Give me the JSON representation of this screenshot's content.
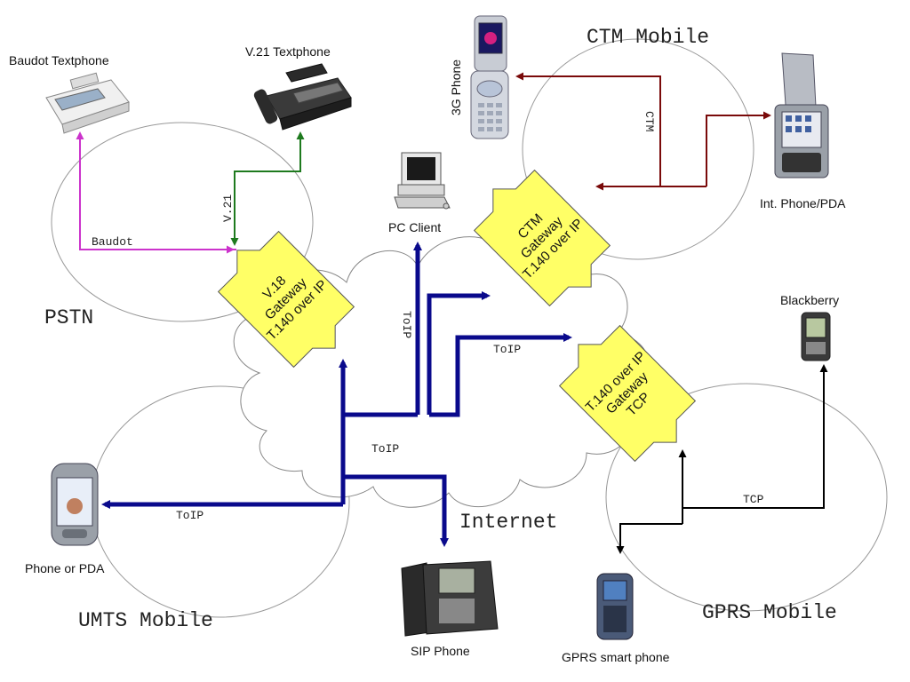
{
  "regions": {
    "pstn": "PSTN",
    "ctm_mobile": "CTM Mobile",
    "umts_mobile": "UMTS Mobile",
    "gprs_mobile": "GPRS Mobile",
    "internet": "Internet"
  },
  "devices": {
    "baudot": "Baudot Textphone",
    "v21": "V.21 Textphone",
    "phone_3g": "3G Phone",
    "pda": "Int. Phone/PDA",
    "pc": "PC Client",
    "blackberry": "Blackberry",
    "phone_pda": "Phone or PDA",
    "sip": "SIP Phone",
    "gprs": "GPRS smart phone"
  },
  "gateways": {
    "v18": [
      "V.18",
      "Gateway",
      "T.140 over IP"
    ],
    "ctm": [
      "CTM",
      "Gateway",
      "T.140 over IP"
    ],
    "tcp": [
      "T.140 over IP",
      "Gateway",
      "TCP"
    ]
  },
  "links": {
    "baudot": "Baudot",
    "v21": "V.21",
    "ctm": "CTM",
    "toip_pc": "ToIP",
    "toip_right": "ToIP",
    "toip_center": "ToIP",
    "toip_umts": "ToIP",
    "tcp": "TCP"
  },
  "colors": {
    "toip": "#0a0a8c",
    "baudot": "#cc33cc",
    "v21": "#1e7a1e",
    "ctm": "#7a0a0a",
    "tcp": "#000000",
    "gateway": "#ffff66"
  }
}
